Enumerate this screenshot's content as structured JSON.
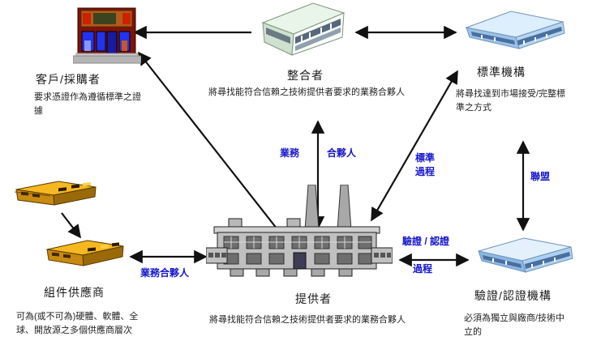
{
  "diagram": {
    "entities": [
      {
        "id": "customer",
        "name": "客戶/採購者",
        "caption": "要求憑證作為遵循標準之證據",
        "icon": "red-storefront-building-icon"
      },
      {
        "id": "integrator",
        "name": "整合者",
        "caption": "將尋找能符合信賴之技術提供者要求的業務合夥人",
        "icon": "green-office-building-icon"
      },
      {
        "id": "standards",
        "name": "標準機構",
        "caption": "將尋找達到市場接受/完整標準之方式",
        "icon": "blue-office-building-icon"
      },
      {
        "id": "supplier",
        "name": "組件供應商",
        "caption": "可為(或不可為)硬體、軟體、全球、開放源之多個供應商層次",
        "icon": "orange-warehouse-buildings-icon"
      },
      {
        "id": "provider",
        "name": "提供者",
        "caption": "將尋找能符合信賴之技術提供者要求的業務合夥人",
        "icon": "gray-factory-building-icon"
      },
      {
        "id": "verification",
        "name": "驗證/認證機構",
        "caption": "必須為獨立與廠商/技術中立的",
        "icon": "blue-office-building-icon"
      }
    ],
    "arrow_labels": {
      "business": "業務",
      "partner": "合夥人",
      "standards_process_line1": "標準",
      "standards_process_line2": "過程",
      "alliance": "聯盟",
      "business_partner": "業務合夥人",
      "verify_certify": "驗證 / 認證",
      "process": "過程"
    },
    "colors": {
      "label_blue": "#1717cf",
      "arrow_black": "#111111"
    }
  }
}
